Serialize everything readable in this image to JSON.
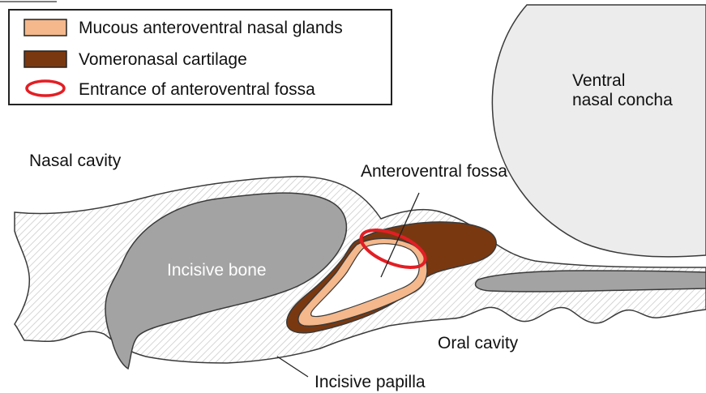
{
  "legend": {
    "items": [
      {
        "label": "Mucous anteroventral nasal glands",
        "swatch": "mucous-glands",
        "color": "#f4b88c"
      },
      {
        "label": "Vomeronasal cartilage",
        "swatch": "cartilage",
        "color": "#7a3810"
      },
      {
        "label": "Entrance of anteroventral fossa",
        "swatch": "entrance-ellipse",
        "color": "#e31e24"
      }
    ]
  },
  "labels": {
    "ventral_concha_line1": "Ventral",
    "ventral_concha_line2": "nasal concha",
    "nasal_cavity": "Nasal cavity",
    "anteroventral_fossa": "Anteroventral fossa",
    "incisive_bone": "Incisive bone",
    "oral_cavity": "Oral cavity",
    "incisive_papilla": "Incisive papilla"
  },
  "colors": {
    "bone": "#a3a3a3",
    "concha": "#ececec",
    "mucosa_hatch": "#c4c4c4",
    "outline": "#3a3a3a"
  }
}
